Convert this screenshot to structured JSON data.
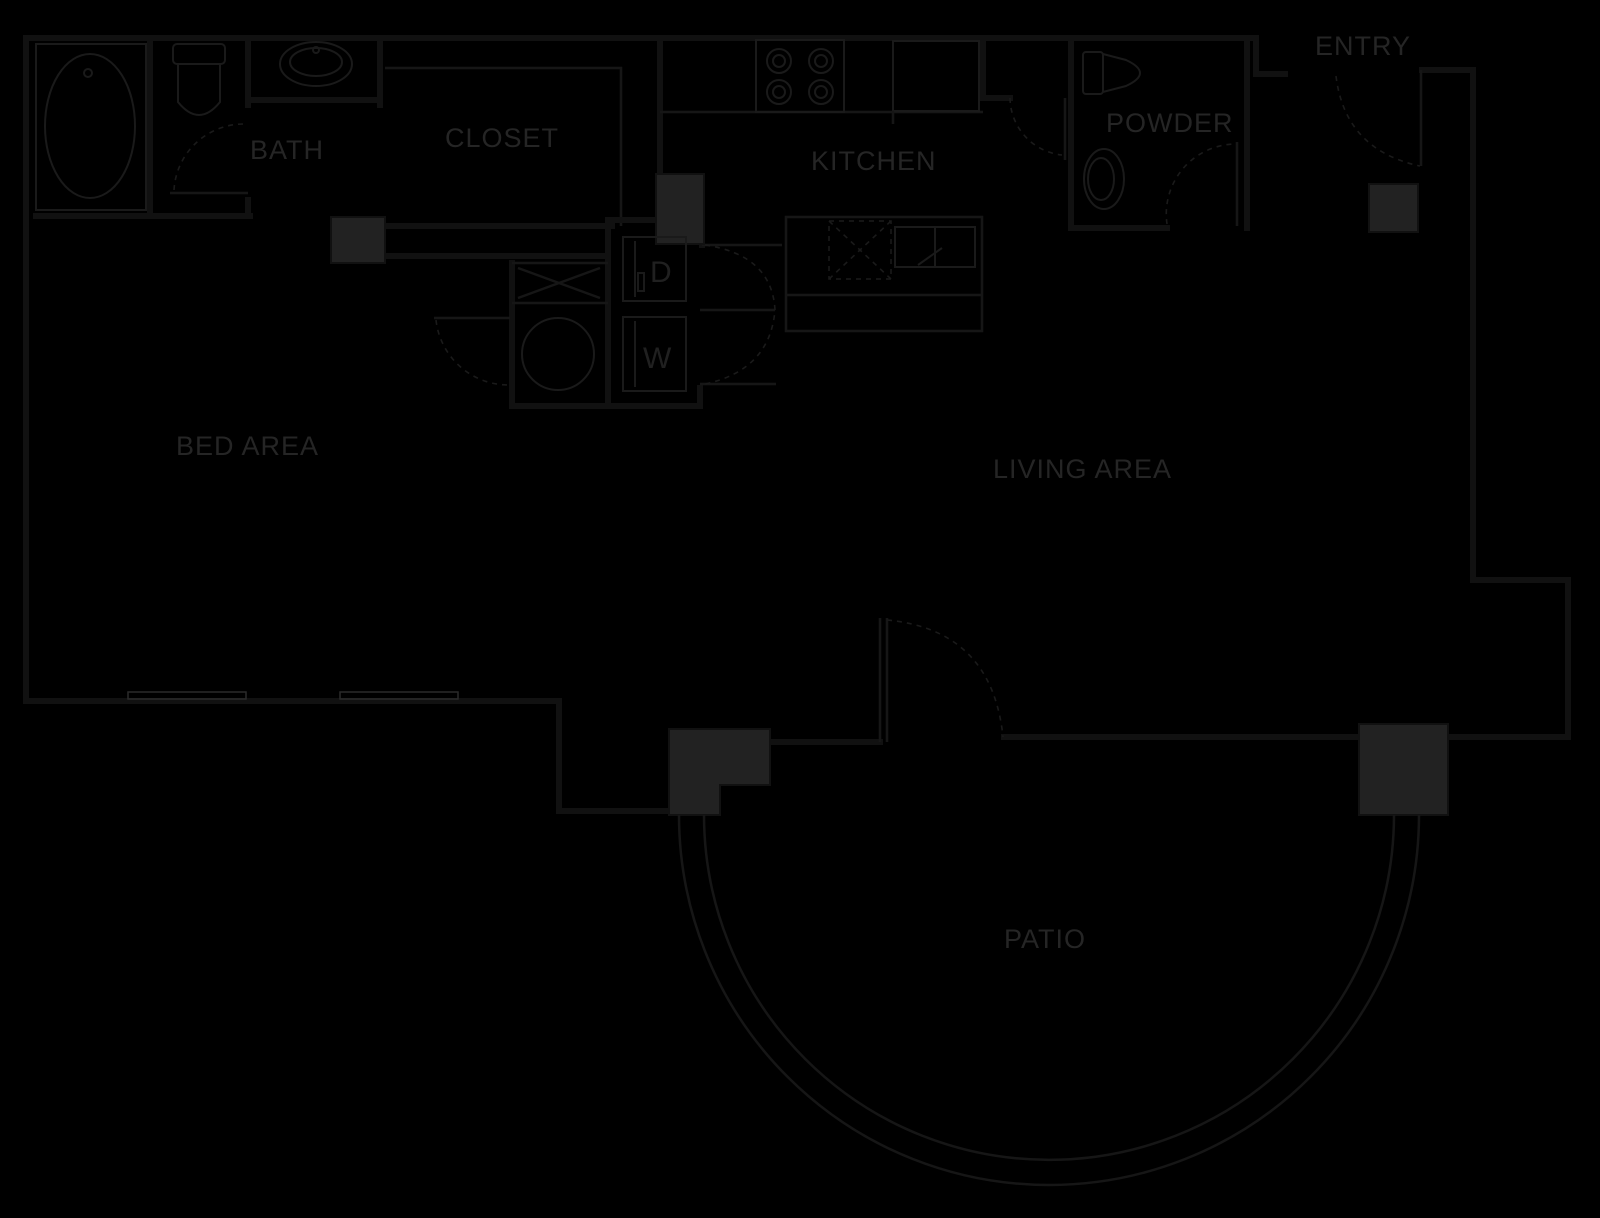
{
  "rooms": {
    "bath": "BATH",
    "closet": "CLOSET",
    "kitchen": "KITCHEN",
    "powder": "POWDER",
    "entry": "ENTRY",
    "bed_area": "BED AREA",
    "living_area": "LIVING AREA",
    "patio": "PATIO"
  },
  "appliances": {
    "dryer": "D",
    "washer": "W"
  },
  "colors": {
    "background": "#000000",
    "walls": "#111111",
    "lines": "#1a1a1a",
    "text": "#252525"
  }
}
